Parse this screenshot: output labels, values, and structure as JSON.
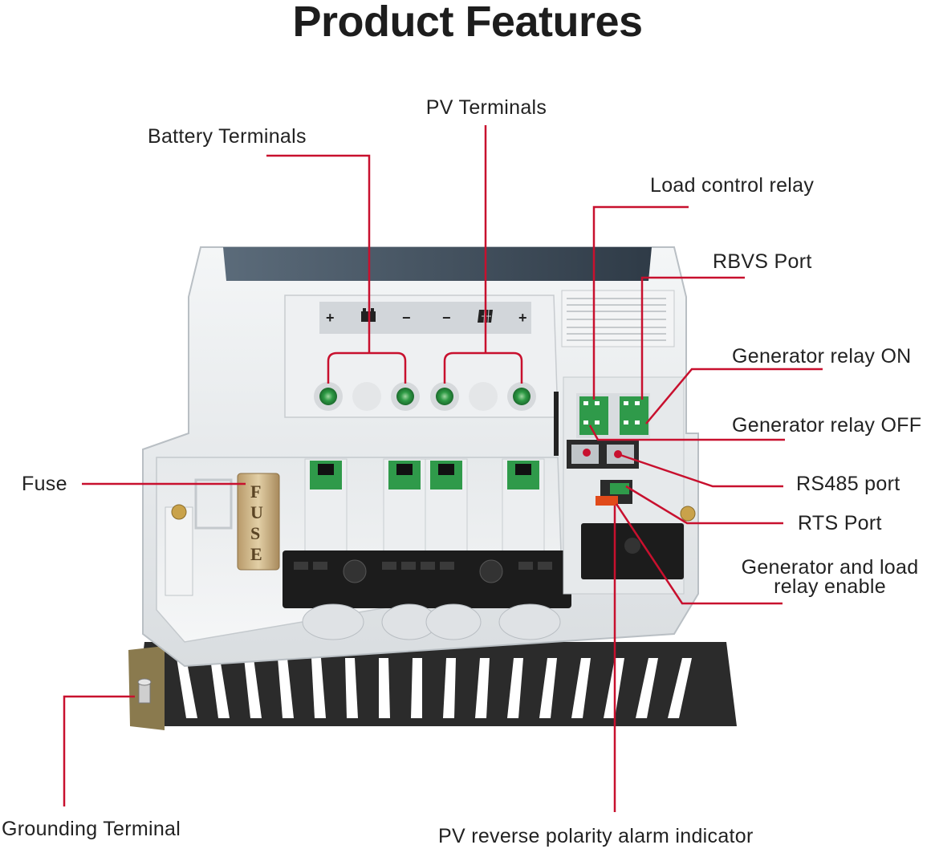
{
  "title": "Product Features",
  "accent_color": "#c8102e",
  "labels": {
    "pv_terminals": "PV Terminals",
    "battery_terminals": "Battery Terminals",
    "load_control_relay": "Load control relay",
    "rbvs_port": "RBVS Port",
    "generator_relay_on": "Generator relay ON",
    "generator_relay_off": "Generator relay OFF",
    "fuse": "Fuse",
    "rs485_port": "RS485 port",
    "rts_port": "RTS Port",
    "generator_load_enable_line1": "Generator and load",
    "generator_load_enable_line2": "relay enable",
    "grounding_terminal": "Grounding Terminal",
    "pv_reverse_alarm": "PV reverse polarity alarm indicator"
  },
  "device": {
    "terminal_symbols": [
      "+",
      "−",
      "−",
      "+"
    ],
    "fuse_letters": [
      "F",
      "U",
      "S",
      "E"
    ],
    "icons": [
      "battery-icon",
      "solar-panel-icon"
    ]
  }
}
